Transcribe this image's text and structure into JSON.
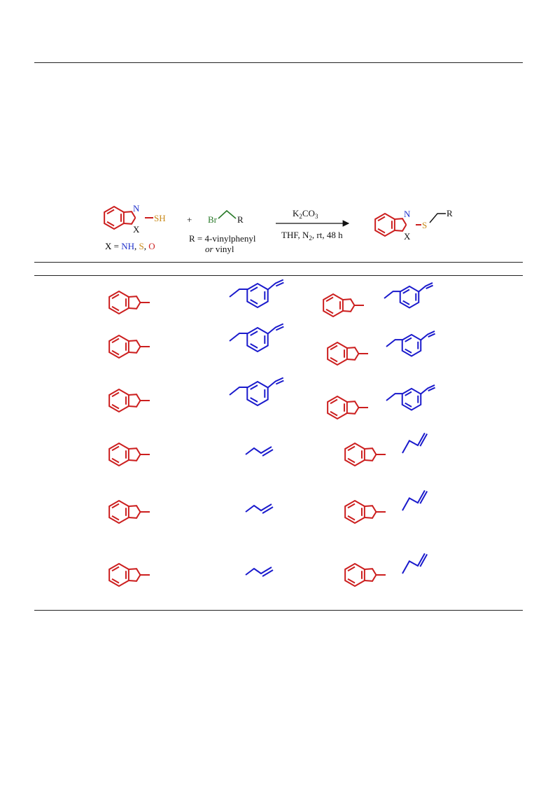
{
  "scheme": {
    "atom_n": "N",
    "atom_x": "X",
    "atom_sh": "SH",
    "atom_br": "Br",
    "atom_r": "R",
    "atom_s": "S",
    "plus": "+",
    "x_def_prefix": "X = ",
    "x_nh": "NH",
    "x_sep1": ", ",
    "x_s": "S",
    "x_sep2": ", ",
    "x_o": "O",
    "r_def_line1": "R = 4-vinylphenyl",
    "r_def_or": "or",
    "r_def_vinyl": " vinyl",
    "reagent_k": "K",
    "reagent_k_sub": "2",
    "reagent_co": "CO",
    "reagent_co_sub": "3",
    "cond_a": "THF, N",
    "cond_sub": "2",
    "cond_b": ", rt, 48 h"
  },
  "table": {
    "rows": [
      {
        "alkyl": "vinylbenzyl"
      },
      {
        "alkyl": "vinylbenzyl"
      },
      {
        "alkyl": "vinylbenzyl"
      },
      {
        "alkyl": "allyl"
      },
      {
        "alkyl": "allyl"
      },
      {
        "alkyl": "allyl"
      }
    ]
  },
  "colors": {
    "core": "#cc1f1f",
    "alkyl": "#1a1acc",
    "nitrogen": "#2233cc",
    "sulfur": "#c98a1a",
    "oxygen": "#cc1f1f",
    "bromine": "#2a7a2a",
    "rule": "#222222"
  }
}
